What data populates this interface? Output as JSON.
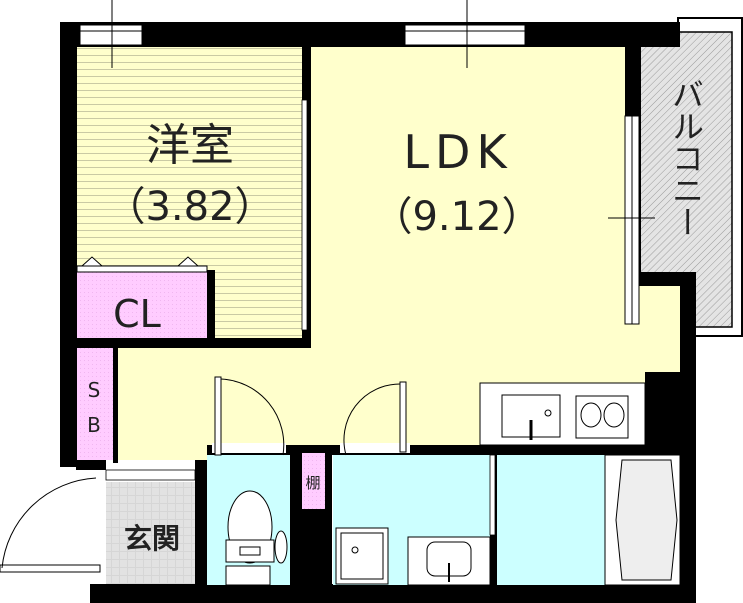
{
  "floorplan": {
    "rooms": {
      "western_room": {
        "name": "洋室",
        "size": "（3.82）"
      },
      "ldk": {
        "name": "LDK",
        "size": "（9.12）"
      },
      "closet": {
        "name": "CL"
      },
      "shoe_box": {
        "line1": "S",
        "line2": "B"
      },
      "balcony": {
        "name": "バルコニー"
      },
      "entrance": {
        "name": "玄関"
      },
      "shelf": {
        "name": "棚"
      }
    },
    "colors": {
      "wall": "#000000",
      "living": "#ffffcc",
      "storage": "#ffccff",
      "wet_area": "#ccffff",
      "balcony": "#dddddd",
      "entrance": "#dcdcdc"
    }
  }
}
